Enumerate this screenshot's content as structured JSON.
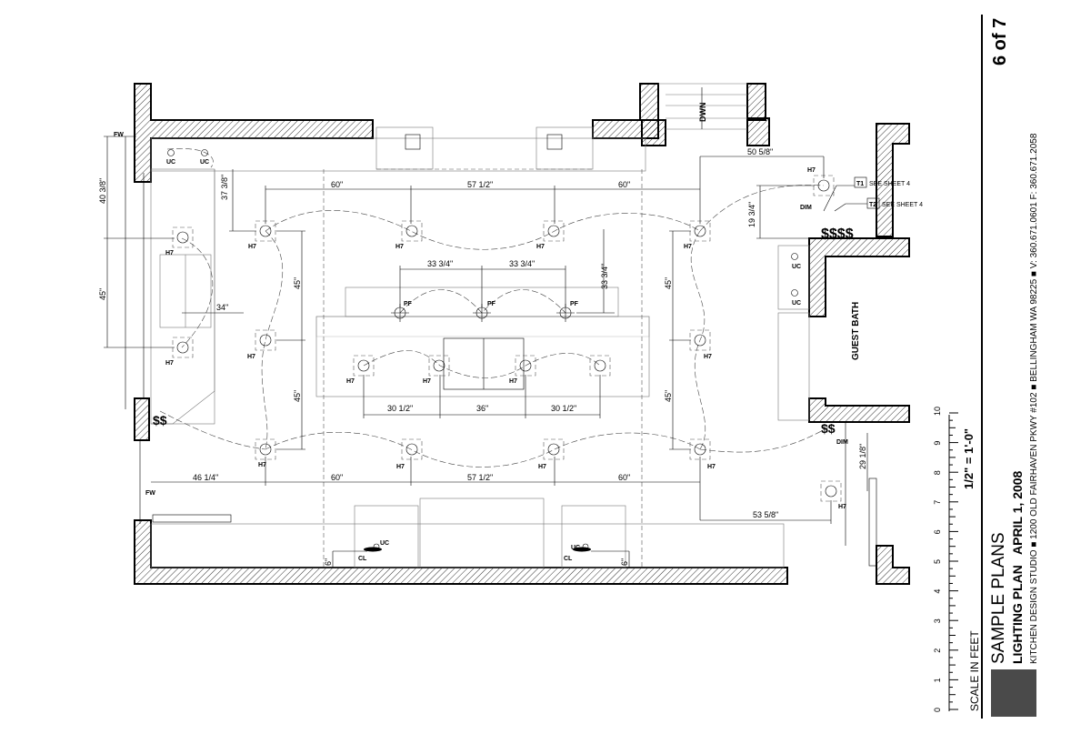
{
  "title_block": {
    "sheet": "6 of 7",
    "title": "SAMPLE PLANS",
    "subtitle": "LIGHTING PLAN",
    "date": "APRIL 1, 2008",
    "scale": "1/2\" = 1'-0\"",
    "scale_caption": "SCALE IN FEET",
    "firm_line": "KITCHEN DESIGN STUDIO ■ 1200 OLD FAIRHAVEN PKWY #102 ■ BELLINGHAM WA 98225 ■ V: 360.671.0601   F: 360.671.2058",
    "scale_numbers": [
      "0",
      "1",
      "2",
      "3",
      "4",
      "5",
      "6",
      "7",
      "8",
      "9",
      "10"
    ]
  },
  "room_labels": {
    "guest_bath": "GUEST BATH",
    "stair": "DWN"
  },
  "fixture_labels": {
    "h7": "H7",
    "pf": "PF",
    "uc": "UC",
    "cl": "CL",
    "dim": "DIM",
    "fw": "FW",
    "switch4": "$$$$",
    "switch2": "$$"
  },
  "sheet_refs": {
    "t1_tag": "T1",
    "t1_text": "SEE SHEET 4",
    "t2_tag": "T2",
    "t2_text": "SEE SHEET 4"
  },
  "dimensions": {
    "left_top": "40 3/8\"",
    "left_mid": "45\"",
    "upper_left_vert": "37 3/8\"",
    "top_a": "60\"",
    "top_b": "57 1/2\"",
    "top_c": "60\"",
    "pf_a": "33 3/4\"",
    "pf_b": "33 3/4\"",
    "pf_vert": "33 3/4\"",
    "left_34": "34\"",
    "v45_a": "45\"",
    "v45_b": "45\"",
    "v45_c": "45\"",
    "v45_d": "45\"",
    "island_a": "30 1/2\"",
    "island_b": "36\"",
    "island_c": "30 1/2\"",
    "bottom_a": "46 1/4\"",
    "bottom_b": "60\"",
    "bottom_c": "57 1/2\"",
    "bottom_d": "60\"",
    "right_top": "50 5/8\"",
    "right_vert": "19 3/4\"",
    "right_29": "29 1/8\"",
    "right_53": "53 5/8\"",
    "six_a": "6\"",
    "six_b": "6\""
  }
}
